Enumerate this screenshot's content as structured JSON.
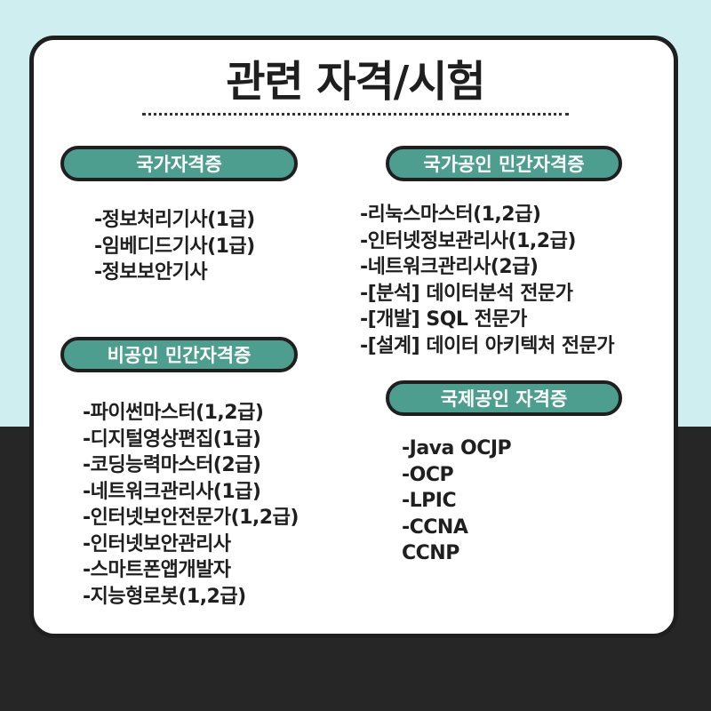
{
  "title": "관련 자격/시험",
  "sections": {
    "national": {
      "heading": "국가자격증",
      "items": [
        "-정보처리기사(1급)",
        "-임베디드기사(1급)",
        "-정보보안기사"
      ]
    },
    "national_private": {
      "heading": "국가공인 민간자격증",
      "items": [
        "-리눅스마스터(1,2급)",
        "-인터넷정보관리사(1,2급)",
        "-네트워크관리사(2급)",
        "-[분석] 데이터분석 전문가",
        "-[개발] SQL 전문가",
        "-[설계] 데이터 아키텍처 전문가"
      ]
    },
    "private": {
      "heading": "비공인 민간자격증",
      "items": [
        "-파이썬마스터(1,2급)",
        "-디지털영상편집(1급)",
        "-코딩능력마스터(2급)",
        "-네트워크관리사(1급)",
        "-인터넷보안전문가(1,2급)",
        "-인터넷보안관리사",
        "-스마트폰앱개발자",
        "-지능형로봇(1,2급)"
      ]
    },
    "international": {
      "heading": "국제공인 자격증",
      "items": [
        "-Java OCJP",
        "-OCP",
        "-LPIC",
        "-CCNA",
        "CCNP"
      ]
    }
  },
  "colors": {
    "top_background": "#cfeef0",
    "bottom_background": "#262626",
    "pill_fill": "#4e9e8f",
    "outline": "#1f1f1f"
  }
}
